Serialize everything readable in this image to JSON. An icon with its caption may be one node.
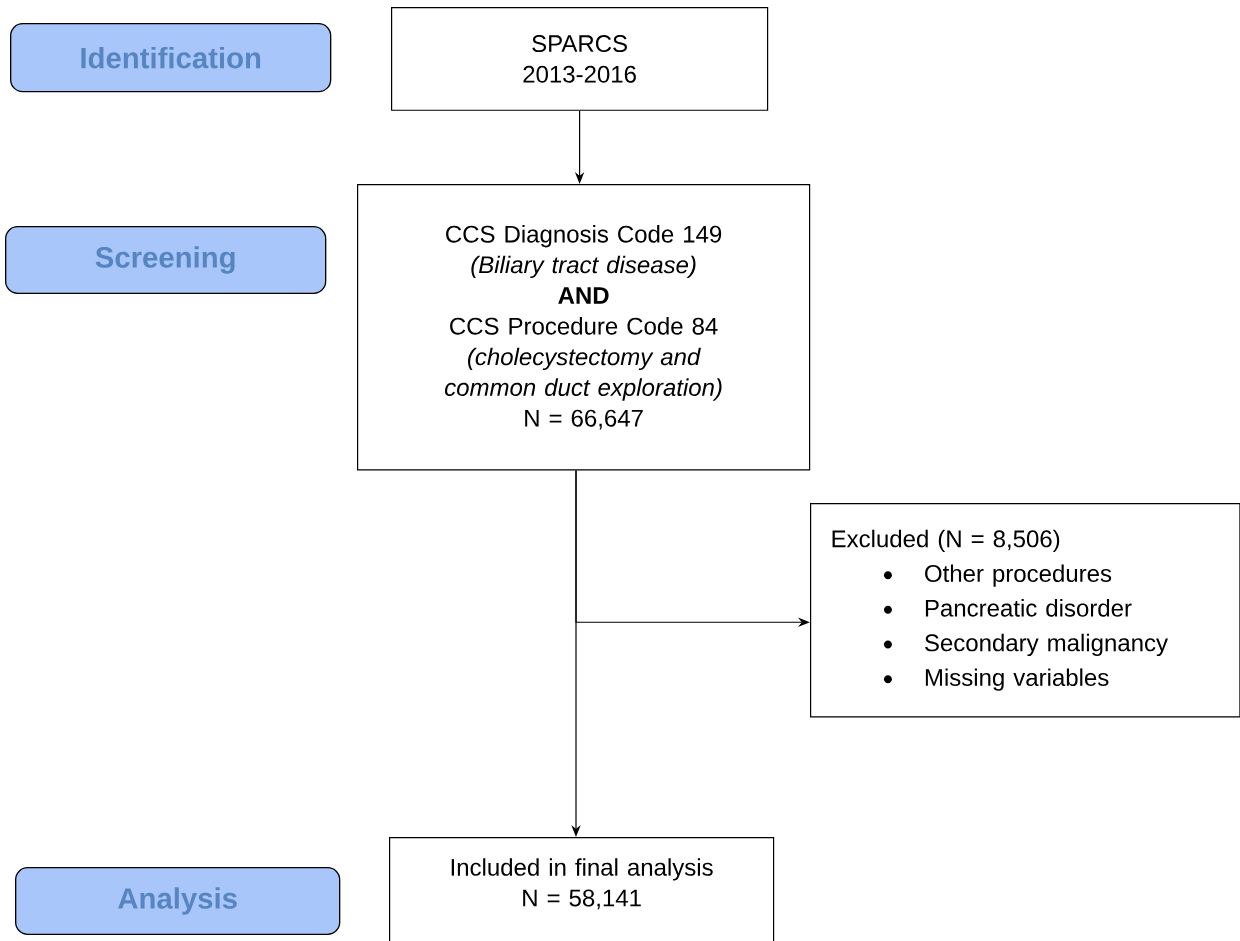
{
  "diagram": {
    "nodes": [
      {
        "text": [
          "Identification"
        ]
      },
      {
        "text": [
          "SPARCS 2013-2016"
        ]
      },
      {
        "text": [
          "Screening"
        ]
      },
      {
        "text": [
          "CCS Diagnosis Code 149",
          "(Biliary tract disease)",
          "AND",
          "CCS Procedure Code 84",
          "(cholecystectomy and common duct exploration)",
          "N = 66,647"
        ]
      },
      {
        "text": [
          "Excluded (N = 8,506)",
          "Other procedures",
          "Pancreatic disorder",
          "Secondary malignancy",
          "Missing variables"
        ]
      },
      {
        "text": [
          "Analysis"
        ]
      },
      {
        "text": [
          "Included in final analysis",
          "N = 58,141"
        ]
      }
    ],
    "edges": [
      {
        "from": 1,
        "to": 3,
        "arrow": "to"
      },
      {
        "from": 3,
        "to": 6,
        "arrow": "to"
      },
      {
        "from": 3,
        "to": 4,
        "arrow": "to"
      }
    ]
  }
}
